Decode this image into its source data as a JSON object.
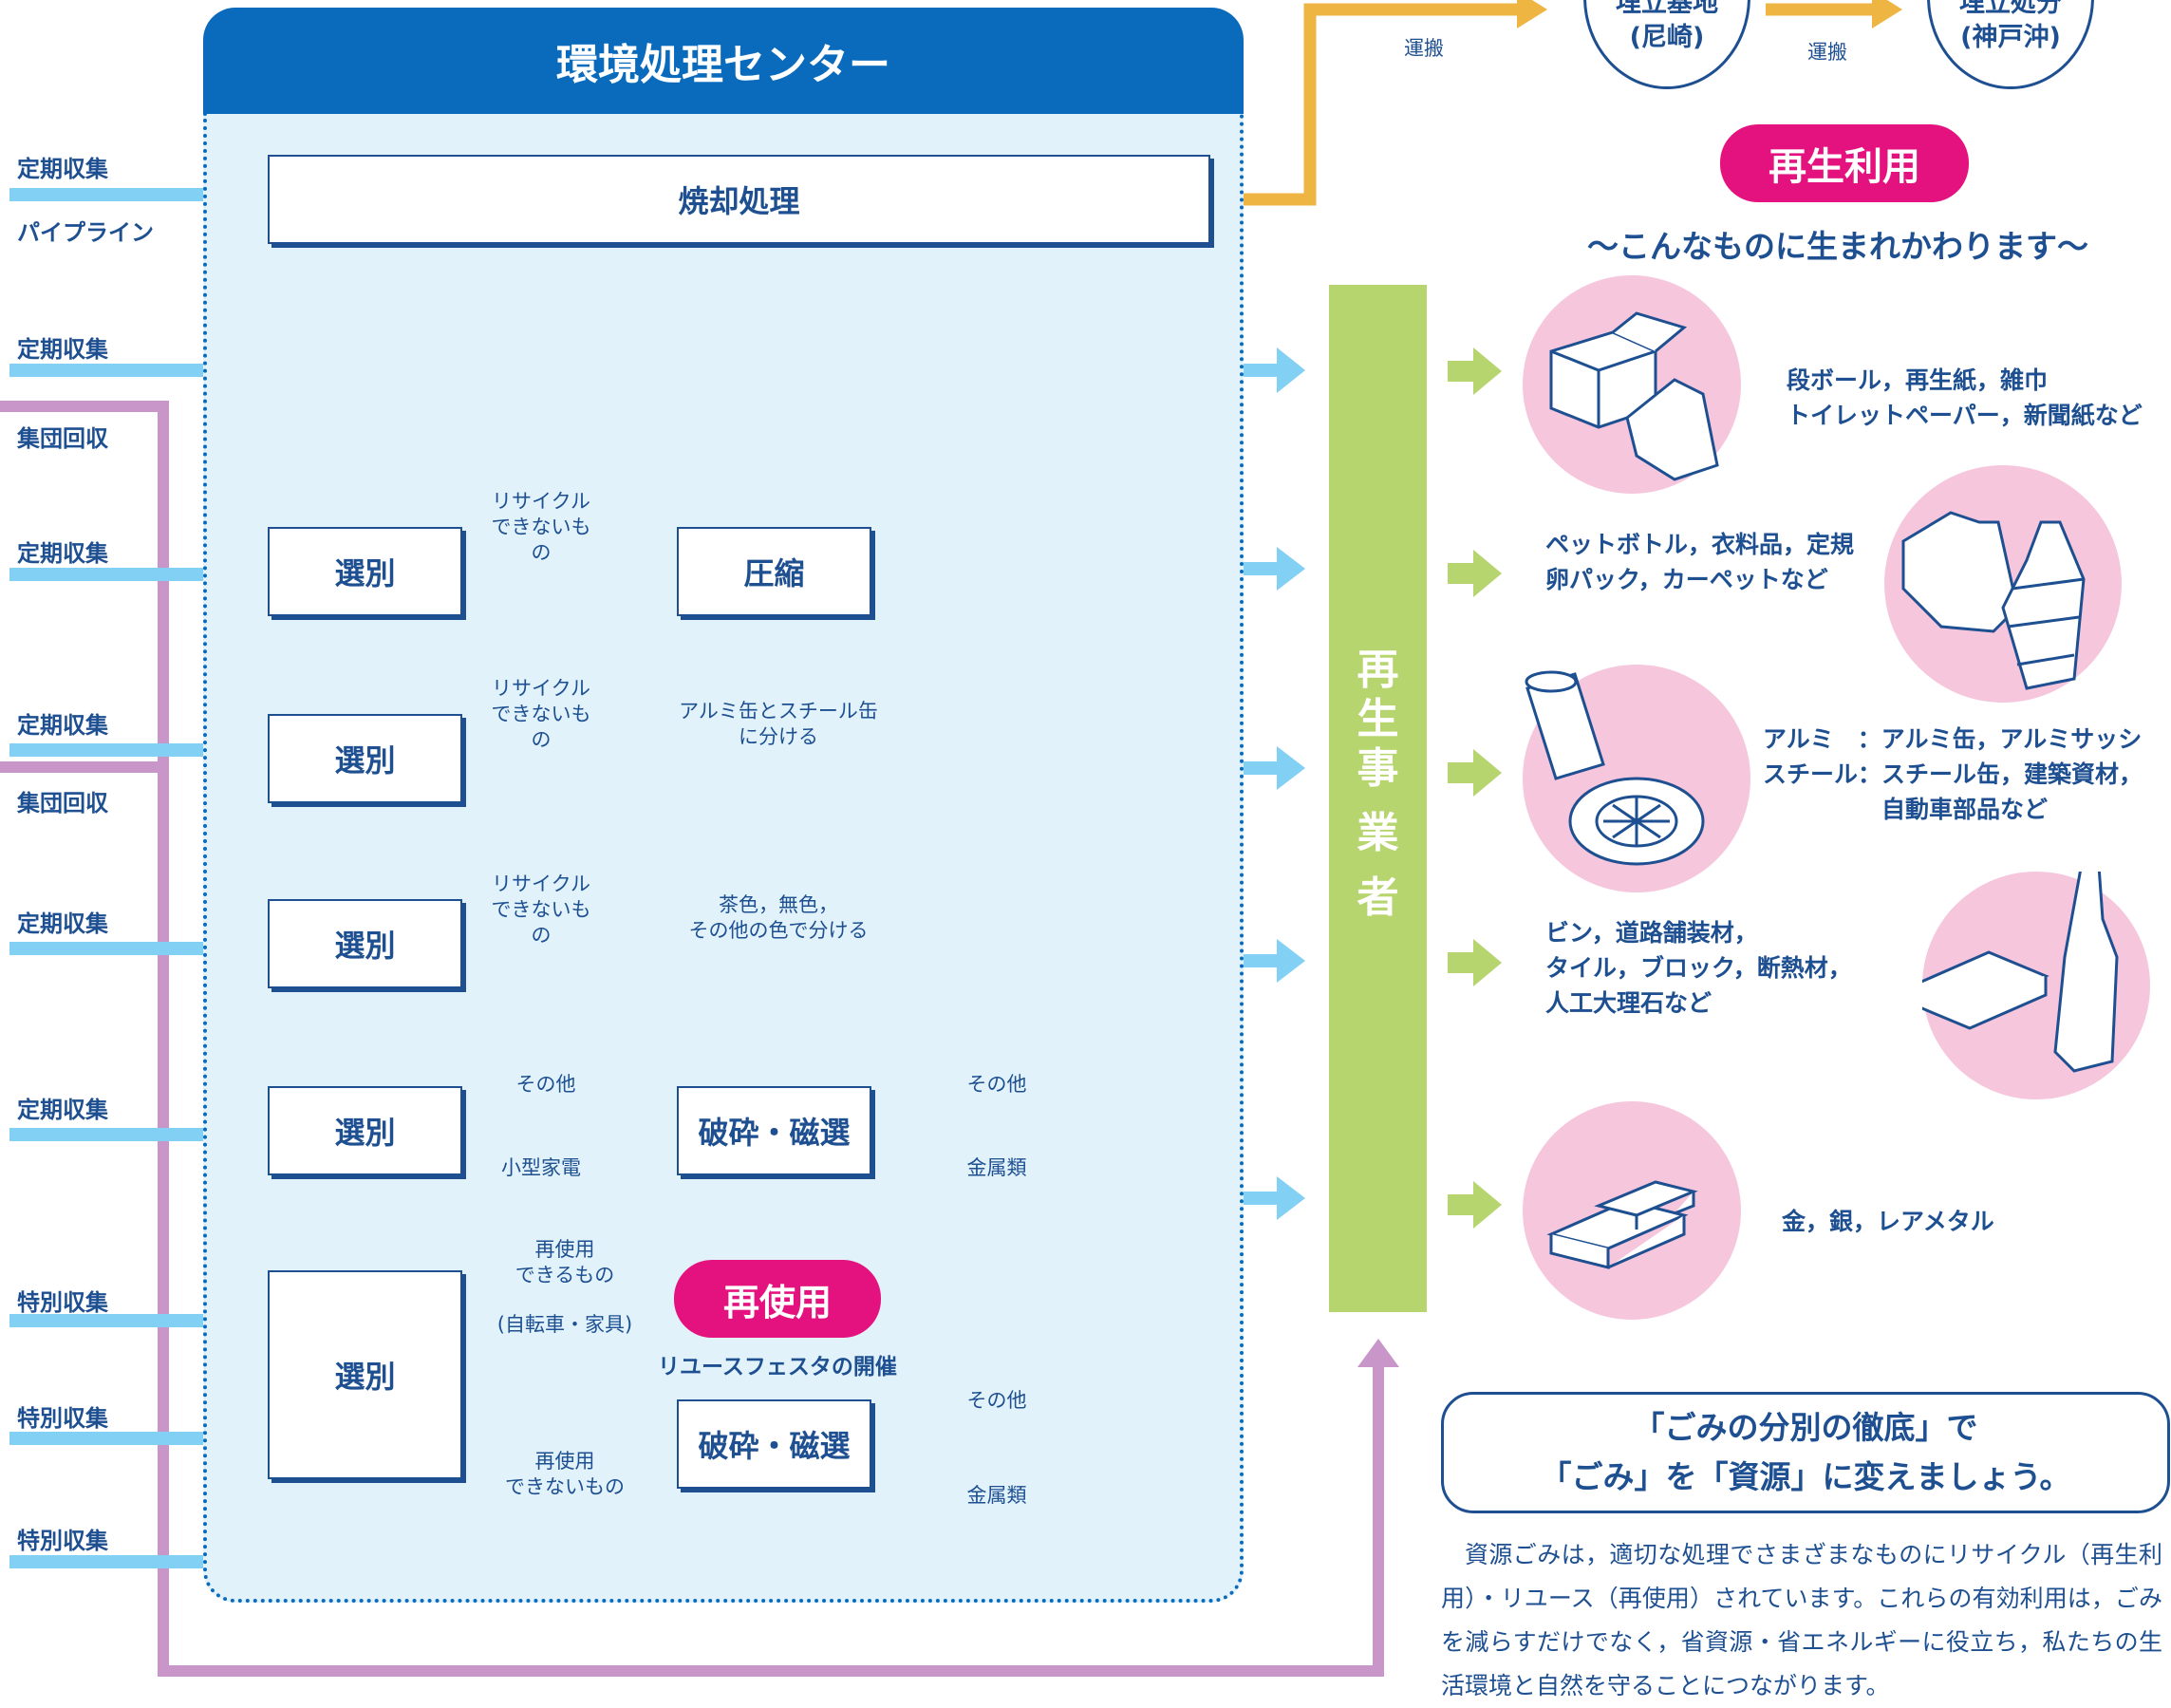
{
  "header": {
    "title": "環境処理センター"
  },
  "inputs": [
    {
      "label": "定期収集"
    },
    {
      "label": "パイプライン"
    },
    {
      "label": "定期収集"
    },
    {
      "label": "集団回収"
    },
    {
      "label": "定期収集"
    },
    {
      "label": "定期収集"
    },
    {
      "label": "集団回収"
    },
    {
      "label": "定期収集"
    },
    {
      "label": "定期収集"
    },
    {
      "label": "特別収集"
    },
    {
      "label": "特別収集"
    },
    {
      "label": "特別収集"
    }
  ],
  "process": {
    "incineration": "焼却処理",
    "sorting": "選別",
    "compression": "圧縮",
    "crushing": "破砕・磁選",
    "reuse": "再使用",
    "reuse_festa": "リユースフェスタの開催"
  },
  "flow_labels": {
    "non_recyclable": "リサイクル\nできないもの",
    "cans": "アルミ缶とスチール缶\nに分ける",
    "bottles": "茶色，無色，\nその他の色で分ける",
    "other": "その他",
    "small_appliances": "小型家電",
    "metals": "金属類",
    "reusable": "再使用\nできるもの",
    "reusable_example": "(自転車・家具)",
    "not_reusable": "再使用\nできないもの",
    "transport": "運搬"
  },
  "disposal": {
    "site1": "埋立基地\n(尼崎)",
    "site2": "埋立処分\n(神戸沖)"
  },
  "recycler": {
    "label": [
      "再",
      "生",
      "事",
      "業",
      "者"
    ]
  },
  "recycle": {
    "badge": "再生利用",
    "subtitle": "～こんなものに生まれかわります～",
    "items": [
      {
        "text": "段ボール，再生紙，雑巾\nトイレットペーパー，新聞紙など",
        "icon": "cardboard-icon"
      },
      {
        "text": "ペットボトル，衣料品，定規\n卵パック，カーペットなど",
        "icon": "clothes-bottle-icon"
      },
      {
        "text": "アルミ　：アルミ缶，アルミサッシ\nスチール：スチール缶，建築資材，\n　　　　　自動車部品など",
        "icon": "can-wheel-icon"
      },
      {
        "text": "ビン，道路舗装材，\nタイル，ブロック，断熱材，\n人工大理石など",
        "icon": "tile-bottle-icon"
      },
      {
        "text": "金，銀，レアメタル",
        "icon": "gold-bar-icon"
      }
    ]
  },
  "slogan": {
    "line1": "「ごみの分別の徹底」で",
    "line2": "「ごみ」を「資源」に変えましょう。"
  },
  "paragraph": "資源ごみは，適切な処理でさまざまなものにリサイクル（再生利用）・リユース（再使用）されています。これらの有効利用は，ごみを減らすだけでなく，省資源・省エネルギーに役立ち，私たちの生活環境と自然を守ることにつながります。",
  "colors": {
    "blue": "#0a6bbd",
    "light_blue": "#83d0f5",
    "orange": "#eeb543",
    "purple": "#c896c8",
    "teal": "#0aa4a8",
    "green": "#b6d56f",
    "pink": "#e4127f",
    "metal_blue": "#1aa7e8"
  }
}
